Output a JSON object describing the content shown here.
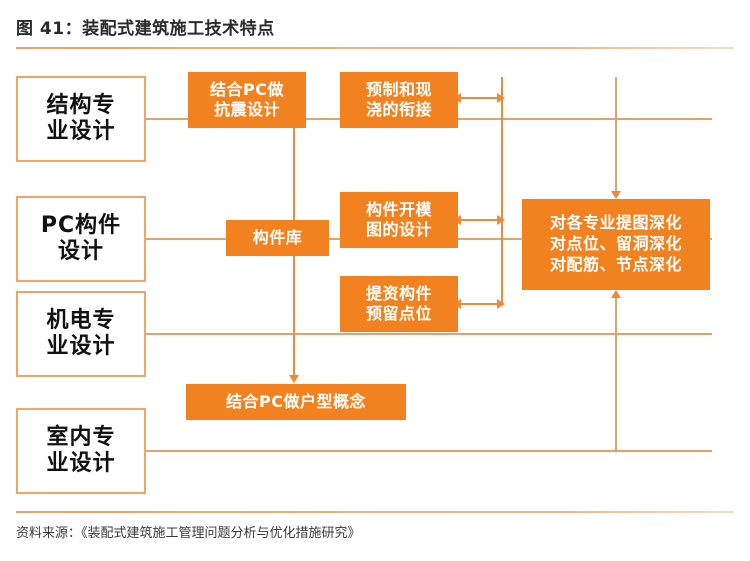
{
  "header": {
    "title": "图 41：装配式建筑施工技术特点"
  },
  "footer": {
    "source": "资料来源：《装配式建筑施工管理问题分析与优化措施研究》"
  },
  "colors": {
    "orange_fill": "#f28220",
    "orange_border": "#eda665",
    "connector": "#e4a26b",
    "connector_dark": "#ef8a3a",
    "title_text": "#2b2b2b",
    "box_text": "#ffffff",
    "left_box_text": "#111111",
    "background": "#ffffff"
  },
  "diagram": {
    "type": "flowchart",
    "left_column": [
      {
        "id": "structural-design",
        "label": "结构专\n业设计"
      },
      {
        "id": "pc-component-design",
        "label": "PC构件\n设计"
      },
      {
        "id": "mep-design",
        "label": "机电专\n业设计"
      },
      {
        "id": "interior-design",
        "label": "室内专\n业设计"
      }
    ],
    "orange_nodes": [
      {
        "id": "seismic-design",
        "label": "结合PC做\n抗震设计"
      },
      {
        "id": "precast-cast-joint",
        "label": "预制和现\n浇的衔接"
      },
      {
        "id": "component-library",
        "label": "构件库"
      },
      {
        "id": "mold-drawing-design",
        "label": "构件开模\n图的设计"
      },
      {
        "id": "component-reserved-points",
        "label": "提资构件\n预留点位"
      },
      {
        "id": "deepening-summary",
        "label": "对各专业提图深化\n对点位、留洞深化\n对配筋、节点深化"
      },
      {
        "id": "unit-type-concept",
        "label": "结合PC做户型概念"
      }
    ],
    "connections": [
      {
        "from": "structural-design",
        "to": "trunk",
        "kind": "line"
      },
      {
        "from": "pc-component-design",
        "to": "component-library",
        "kind": "line"
      },
      {
        "from": "mep-design",
        "to": "trunk",
        "kind": "line"
      },
      {
        "from": "interior-design",
        "to": "trunk",
        "kind": "line"
      },
      {
        "from": "component-library",
        "to": "seismic-design",
        "kind": "arrow-up"
      },
      {
        "from": "component-library",
        "to": "unit-type-concept",
        "kind": "arrow-down"
      },
      {
        "from": "precast-cast-joint",
        "to": "riser",
        "kind": "double-arrow"
      },
      {
        "from": "mold-drawing-design",
        "to": "riser",
        "kind": "double-arrow"
      },
      {
        "from": "component-reserved-points",
        "to": "riser",
        "kind": "double-arrow"
      },
      {
        "from": "trunk-top",
        "to": "deepening-summary",
        "kind": "arrow-down"
      },
      {
        "from": "trunk-bottom",
        "to": "deepening-summary",
        "kind": "arrow-up"
      }
    ]
  }
}
